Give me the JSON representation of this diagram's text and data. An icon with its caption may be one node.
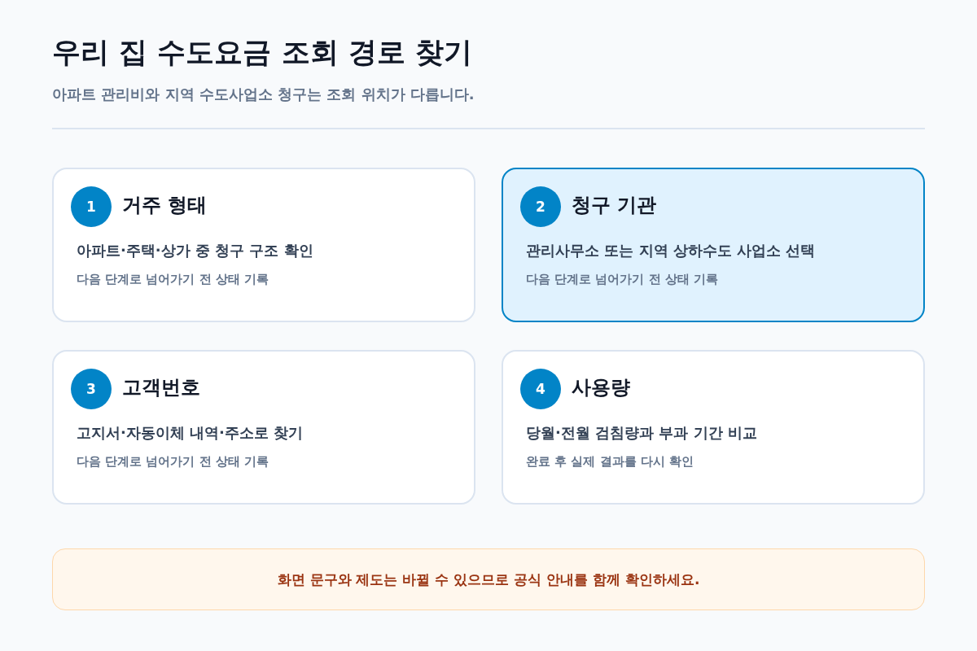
{
  "diagram": {
    "title": "우리 집 수도요금 조회 경로 찾기",
    "nodes": [
      {
        "text": [
          "거주 형태",
          "아파트·주택·상가 중 청구 구조 확인",
          "다음 단계로 넘어가기 전 상태 기록"
        ]
      },
      {
        "text": [
          "1"
        ],
        "in": 0
      },
      {
        "text": [
          "청구 기관",
          "관리사무소 또는 지역 상하수도 사업소 선택",
          "다음 단계로 넘어가기 전 상태 기록"
        ]
      },
      {
        "text": [
          "2"
        ],
        "in": 2
      },
      {
        "text": [
          "고객번호",
          "고지서·자동이체 내역·주소로 찾기",
          "다음 단계로 넘어가기 전 상태 기록"
        ]
      },
      {
        "text": [
          "3"
        ],
        "in": 4
      },
      {
        "text": [
          "사용량",
          "당월·전월 검침량과 부과 기간 비교",
          "완료 후 실제 결과를 다시 확인"
        ]
      },
      {
        "text": [
          "4"
        ],
        "in": 6
      },
      {
        "text": [
          "화면 문구와 제도는 바뀔 수 있으므로 공식 안내를 함께 확인하세요."
        ]
      }
    ],
    "labels": [
      "아파트 관리비와 지역 수도사업소 청구는 조회 위치가 다릅니다."
    ]
  }
}
